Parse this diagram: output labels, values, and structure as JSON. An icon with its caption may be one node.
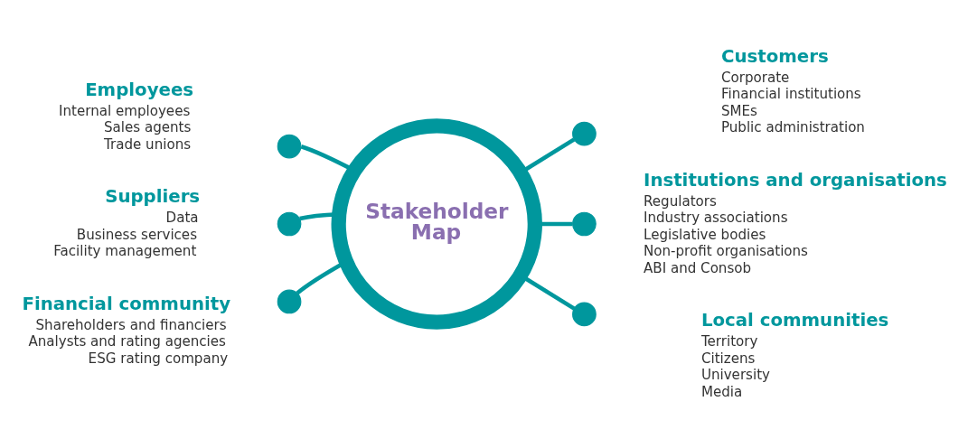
{
  "diagram": {
    "nodes": [
      {
        "text": [
          "Stakeholder Map"
        ]
      },
      {
        "text": [],
        "shape": "circle",
        "beside": [
          "Employees",
          "Internal employees",
          "Sales agents",
          "Trade unions"
        ]
      },
      {
        "text": [],
        "shape": "circle",
        "beside": [
          "Customers",
          "Corporate",
          "Financial institutions",
          "SMEs",
          "Public administration"
        ]
      },
      {
        "text": [],
        "shape": "circle",
        "beside": [
          "Suppliers",
          "Data",
          "Business services",
          "Facility management"
        ]
      },
      {
        "text": [],
        "shape": "circle",
        "beside": [
          "Institutions and organisations",
          "Regulators",
          "Industry associations",
          "Legislative bodies",
          "Non-profit organisations",
          "ABI and Consob"
        ]
      },
      {
        "text": [],
        "shape": "circle",
        "beside": [
          "Financial community",
          "Shareholders and financiers",
          "Analysts and rating agencies",
          "ESG rating company"
        ]
      },
      {
        "text": [],
        "shape": "circle",
        "beside": [
          "Local communities",
          "Territory",
          "Citizens",
          "University",
          "Media"
        ]
      }
    ],
    "edges": [
      {
        "from": 0,
        "to": 1,
        "arrow": "none"
      },
      {
        "from": 0,
        "to": 2,
        "arrow": "none"
      },
      {
        "from": 0,
        "to": 3,
        "arrow": "none"
      },
      {
        "from": 0,
        "to": 4,
        "arrow": "none"
      },
      {
        "from": 0,
        "to": 5,
        "arrow": "none"
      },
      {
        "from": 0,
        "to": 6,
        "arrow": "none"
      }
    ]
  }
}
